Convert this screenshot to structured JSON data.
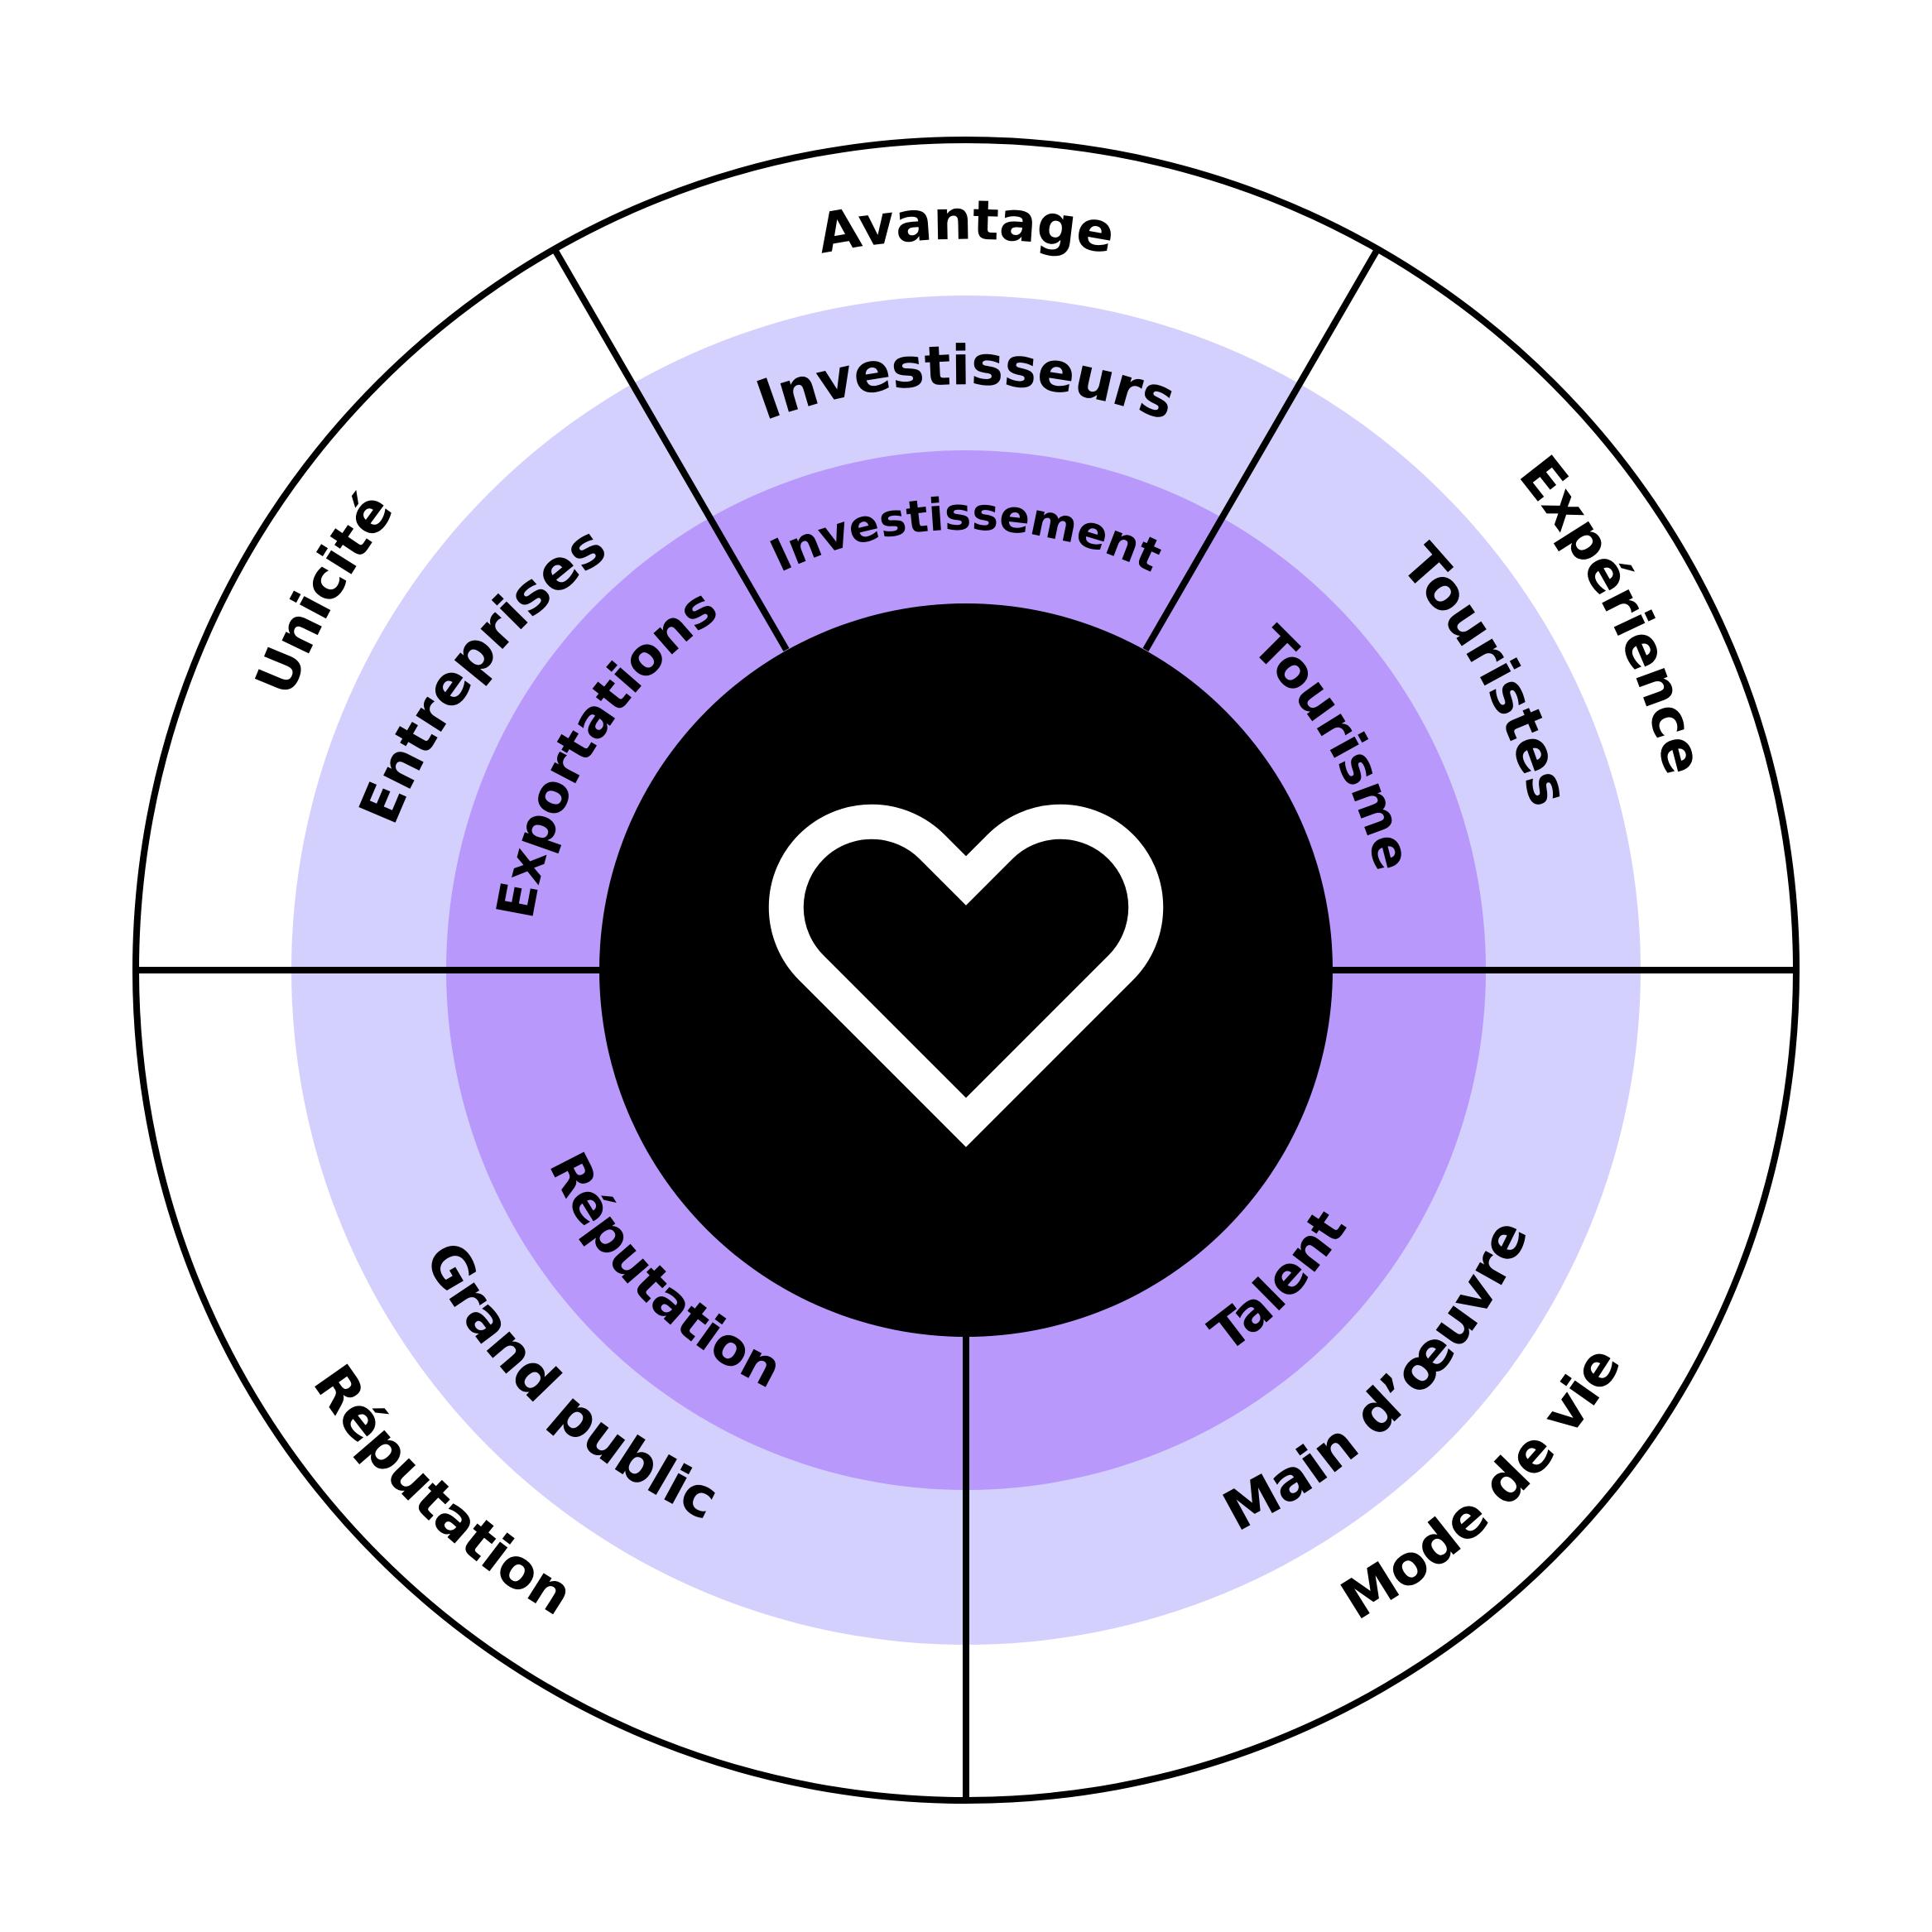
{
  "colors": {
    "outer_ring": "#ffffff",
    "middle_ring": "#d4d0fd",
    "inner_ring": "#b898fb",
    "core": "#000000",
    "stroke": "#000000",
    "heart_outline": "#ffffff"
  },
  "center": {
    "icon": "heart-outline-icon"
  },
  "segments": [
    {
      "id": "top",
      "outer": "Avantage",
      "middle": "Investisseurs",
      "inner": "Investissement"
    },
    {
      "id": "upper-right",
      "outer": "Expérience",
      "middle": "Touristes",
      "inner": "Tourisme"
    },
    {
      "id": "lower-right",
      "outer": "Mode de vie",
      "middle": "Main d’œuvre",
      "inner": "Talent"
    },
    {
      "id": "lower-left",
      "outer": "Réputation",
      "middle": "Grand public",
      "inner": "Réputation"
    },
    {
      "id": "upper-left",
      "outer": "Unicité",
      "middle": "Entreprises",
      "inner": "Exportations"
    }
  ]
}
